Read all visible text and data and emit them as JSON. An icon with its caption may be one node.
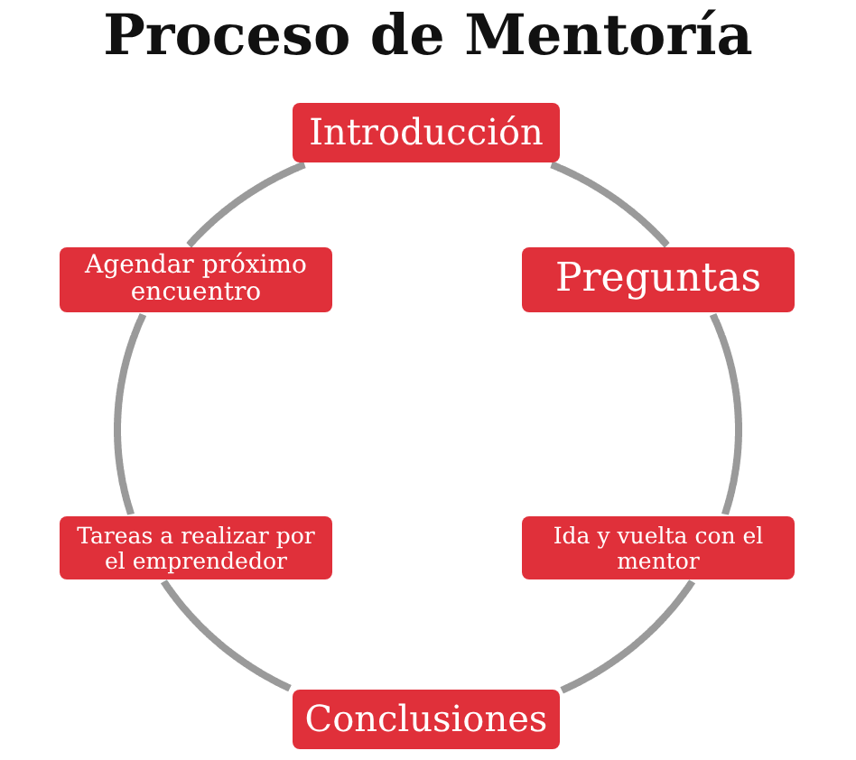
{
  "diagram": {
    "title": "Proceso de Mentoría",
    "nodes": [
      {
        "text": [
          "Introducción"
        ]
      },
      {
        "text": [
          "Preguntas"
        ]
      },
      {
        "text": [
          "Ida y vuelta con el mentor"
        ]
      },
      {
        "text": [
          "Conclusiones"
        ]
      },
      {
        "text": [
          "Tareas a realizar por el emprendedor"
        ]
      },
      {
        "text": [
          "Agendar próximo encuentro"
        ]
      }
    ],
    "edges": [
      {
        "from": 0,
        "to": 1,
        "arrow": "none"
      },
      {
        "from": 1,
        "to": 2,
        "arrow": "none"
      },
      {
        "from": 2,
        "to": 3,
        "arrow": "none"
      },
      {
        "from": 3,
        "to": 4,
        "arrow": "none"
      },
      {
        "from": 4,
        "to": 5,
        "arrow": "none"
      },
      {
        "from": 5,
        "to": 0,
        "arrow": "none"
      }
    ]
  }
}
